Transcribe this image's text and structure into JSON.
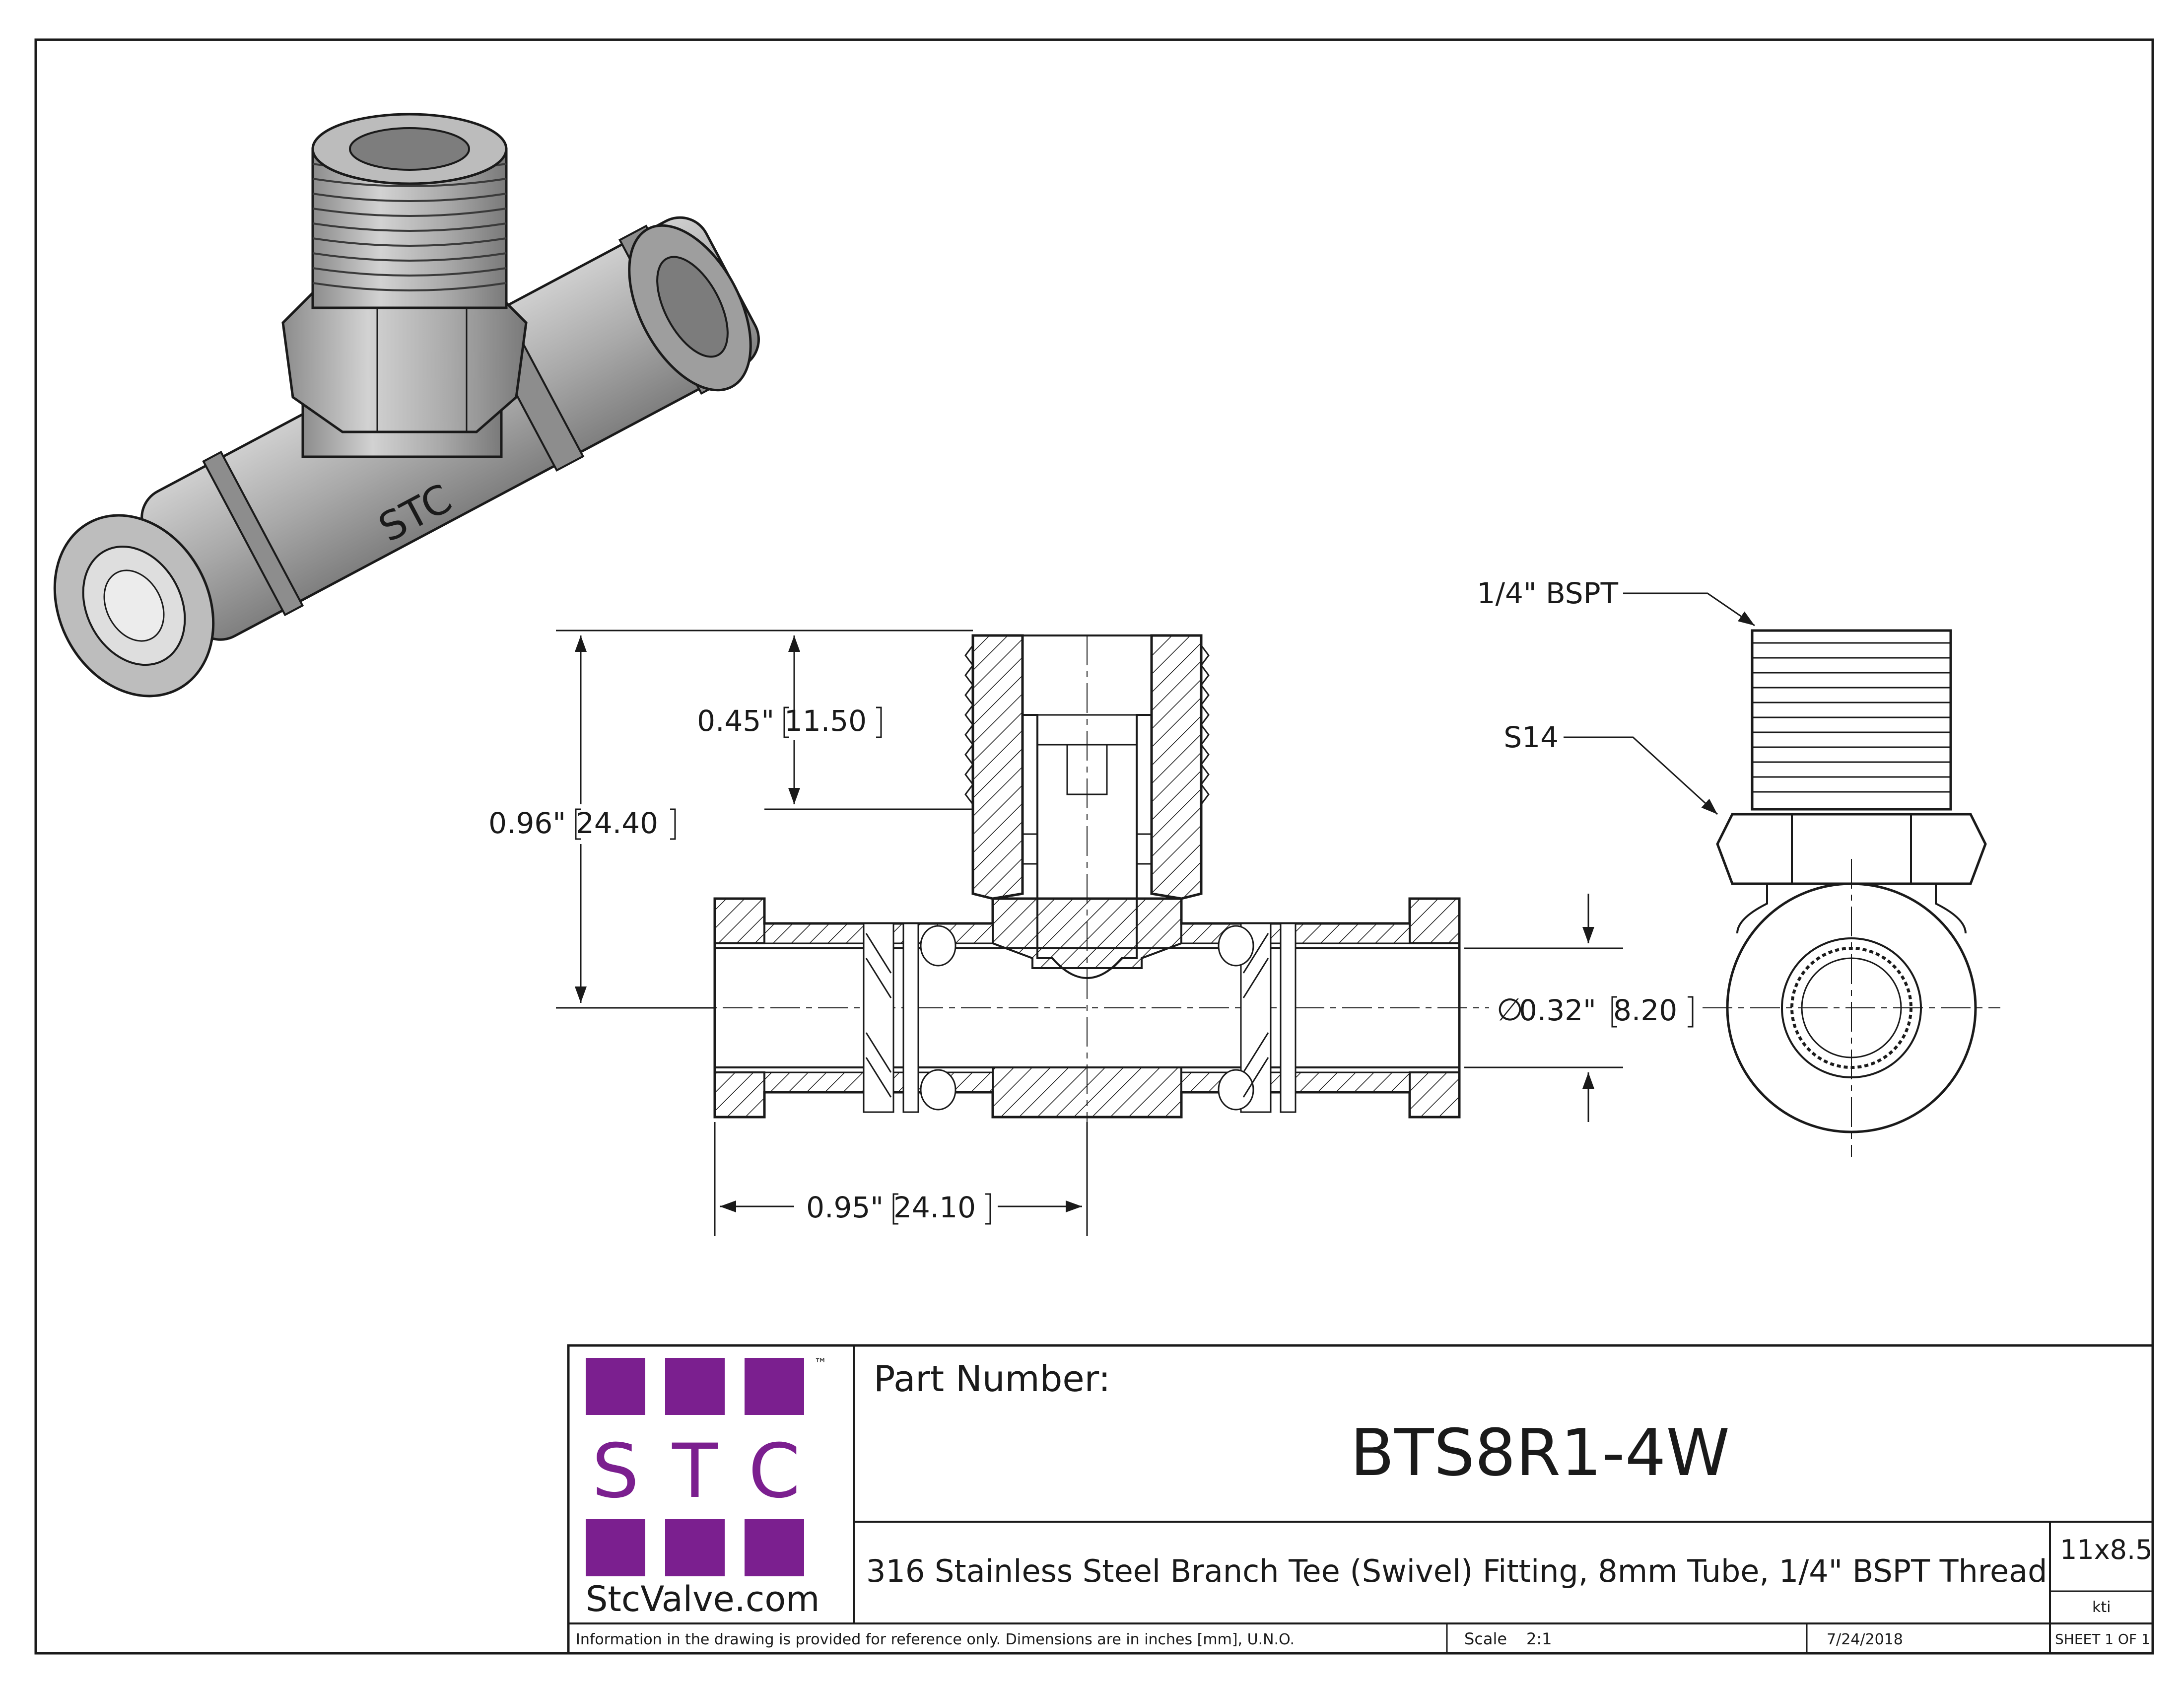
{
  "drawing": {
    "title_block": {
      "logo": {
        "letters": [
          "S",
          "T",
          "C"
        ],
        "trademark": "™",
        "website": "StcValve.com",
        "square_color": "#7b1f8f",
        "letter_color": "#7b1f8f"
      },
      "part_number_label": "Part Number:",
      "part_number": "BTS8R1-4W",
      "description": "316 Stainless Steel Branch Tee (Swivel) Fitting, 8mm Tube, 1/4\" BSPT Thread",
      "size": "11x8.5",
      "drawn_by": "kti",
      "note": "Information in the drawing is provided for reference only. Dimensions are in inches [mm], U.N.O.",
      "scale_label": "Scale",
      "scale_value": "2:1",
      "date": "7/24/2018",
      "sheet": "SHEET 1 OF 1"
    },
    "dimensions": {
      "overall_height": {
        "inch": "0.96\"",
        "mm": "24.40"
      },
      "branch_height": {
        "inch": "0.45\"",
        "mm": "11.50"
      },
      "half_length": {
        "inch": "0.95\"",
        "mm": "24.10"
      },
      "tube_bore": {
        "symbol": "∅",
        "inch": "0.32\"",
        "mm": "8.20"
      }
    },
    "callouts": {
      "thread": "1/4\" BSPT",
      "hex": "S14"
    },
    "isometric": {
      "body_marking": "STC"
    },
    "colors": {
      "line": "#1a1a1a",
      "metal": "#b9b9b9",
      "logo": "#7b1f8f"
    }
  }
}
